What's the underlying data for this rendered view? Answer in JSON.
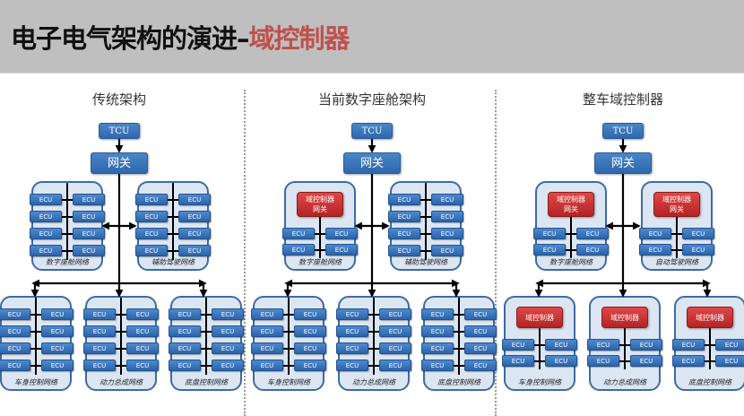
{
  "header": {
    "title_main": "电子电气架构的演进–",
    "title_accent": "域控制器",
    "accent_color": "#c0504d"
  },
  "labels": {
    "tcu": "TCU",
    "gateway": "网关",
    "ecu": "ECU",
    "domain_controller_gateway_line1": "域控制器",
    "domain_controller_gateway_line2": "网关",
    "domain_controller": "域控制器"
  },
  "sections": [
    {
      "title": "传统架构",
      "upper_networks": [
        {
          "label": "数字座舱网络",
          "has_domain_controller": false,
          "ecu_count": 8
        },
        {
          "label": "辅助驾驶网络",
          "has_domain_controller": false,
          "ecu_count": 8
        }
      ],
      "lower_networks": [
        {
          "label": "车身控制网络",
          "has_domain_controller": false,
          "ecu_count": 8
        },
        {
          "label": "动力总成网络",
          "has_domain_controller": false,
          "ecu_count": 8
        },
        {
          "label": "底盘控制网络",
          "has_domain_controller": false,
          "ecu_count": 8
        }
      ]
    },
    {
      "title": "当前数字座舱架构",
      "upper_networks": [
        {
          "label": "数字座舱网络",
          "has_domain_controller": true,
          "ecu_count": 4
        },
        {
          "label": "辅助驾驶网络",
          "has_domain_controller": false,
          "ecu_count": 8
        }
      ],
      "lower_networks": [
        {
          "label": "车身控制网络",
          "has_domain_controller": false,
          "ecu_count": 8
        },
        {
          "label": "动力总成网络",
          "has_domain_controller": false,
          "ecu_count": 8
        },
        {
          "label": "底盘控制网络",
          "has_domain_controller": false,
          "ecu_count": 8
        }
      ]
    },
    {
      "title": "整车域控制器",
      "upper_networks": [
        {
          "label": "数字座舱网络",
          "has_domain_controller": true,
          "ecu_count": 4
        },
        {
          "label": "自动驾驶网络",
          "has_domain_controller": true,
          "ecu_count": 4
        }
      ],
      "lower_networks": [
        {
          "label": "车身控制网络",
          "has_domain_controller": true,
          "ecu_count": 4
        },
        {
          "label": "动力总成网络",
          "has_domain_controller": true,
          "ecu_count": 4
        },
        {
          "label": "底盘控制网络",
          "has_domain_controller": true,
          "ecu_count": 4
        }
      ]
    }
  ]
}
